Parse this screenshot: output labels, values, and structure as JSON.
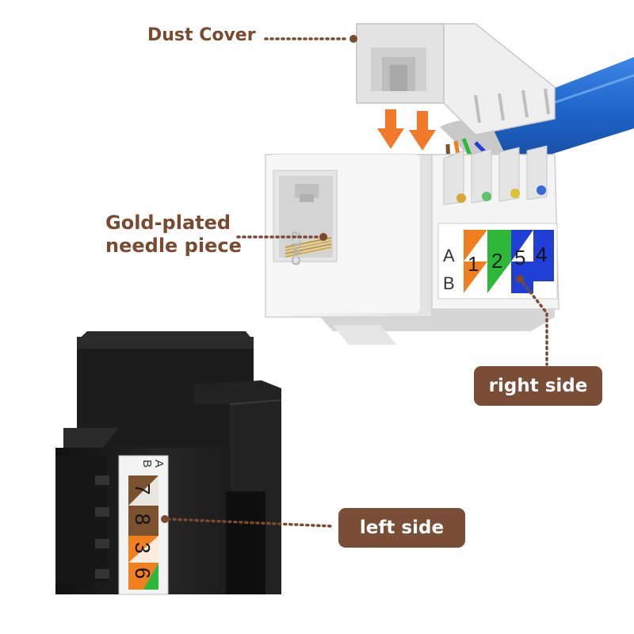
{
  "labels": {
    "dust_cover": "Dust Cover",
    "gold_plated_line1": "Gold-plated",
    "gold_plated_line2": "needle piece",
    "right_side": "right side",
    "left_side": "left side"
  },
  "jack_markings": {
    "cat6": "CAT.6",
    "right_label": {
      "row_a": "A",
      "row_b": "B",
      "numbers": [
        "1",
        "2",
        "5",
        "4"
      ]
    },
    "left_label": {
      "row_a": "A",
      "row_b": "B",
      "numbers": [
        "7",
        "8",
        "3",
        "6"
      ]
    }
  },
  "colors": {
    "callout_brown": "#7a4a30",
    "pill_brown": "#7a4e36",
    "cable_blue": "#1e63c8",
    "arrow_orange": "#f07a2a",
    "wire_orange": "#f07f1f",
    "wire_green": "#2db83a",
    "wire_blue": "#1f3fd6",
    "wire_brown": "#7a5230",
    "jack_white": "#f2f2f2",
    "jack_black": "#1b1b1b"
  }
}
